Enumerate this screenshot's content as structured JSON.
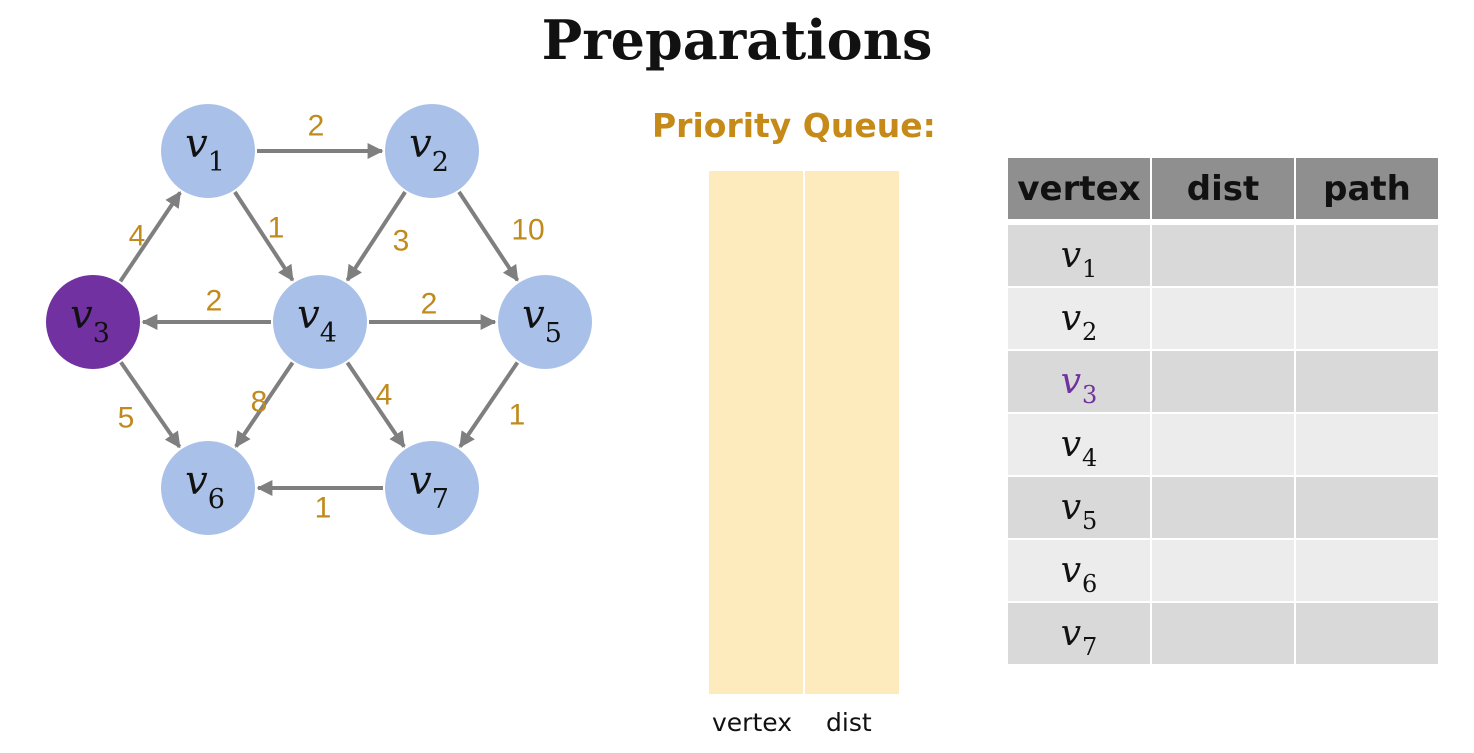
{
  "title": "Preparations",
  "colors": {
    "node_default": "#a9c1e8",
    "node_source": "#7131a0",
    "edge": "#7f7f7f",
    "weight": "#c08a1c",
    "queue_title": "#c58a18",
    "queue_fill": "#fdebbd"
  },
  "graph": {
    "source": "v3",
    "nodes": [
      {
        "id": "v1",
        "letter": "v",
        "sub": "1"
      },
      {
        "id": "v2",
        "letter": "v",
        "sub": "2"
      },
      {
        "id": "v3",
        "letter": "v",
        "sub": "3"
      },
      {
        "id": "v4",
        "letter": "v",
        "sub": "4"
      },
      {
        "id": "v5",
        "letter": "v",
        "sub": "5"
      },
      {
        "id": "v6",
        "letter": "v",
        "sub": "6"
      },
      {
        "id": "v7",
        "letter": "v",
        "sub": "7"
      }
    ],
    "edges": [
      {
        "from": "v1",
        "to": "v2",
        "weight": "2"
      },
      {
        "from": "v3",
        "to": "v1",
        "weight": "4"
      },
      {
        "from": "v1",
        "to": "v4",
        "weight": "1"
      },
      {
        "from": "v2",
        "to": "v4",
        "weight": "3"
      },
      {
        "from": "v2",
        "to": "v5",
        "weight": "10"
      },
      {
        "from": "v4",
        "to": "v3",
        "weight": "2"
      },
      {
        "from": "v4",
        "to": "v5",
        "weight": "2"
      },
      {
        "from": "v3",
        "to": "v6",
        "weight": "5"
      },
      {
        "from": "v4",
        "to": "v6",
        "weight": "8"
      },
      {
        "from": "v4",
        "to": "v7",
        "weight": "4"
      },
      {
        "from": "v5",
        "to": "v7",
        "weight": "1"
      },
      {
        "from": "v7",
        "to": "v6",
        "weight": "1"
      }
    ]
  },
  "priority_queue": {
    "title": "Priority Queue:",
    "columns": [
      "vertex",
      "dist"
    ]
  },
  "table": {
    "headers": [
      "vertex",
      "dist",
      "path"
    ],
    "rows": [
      {
        "vertex": "v",
        "sub": "1",
        "dist": "",
        "path": "",
        "highlight": false
      },
      {
        "vertex": "v",
        "sub": "2",
        "dist": "",
        "path": "",
        "highlight": false
      },
      {
        "vertex": "v",
        "sub": "3",
        "dist": "",
        "path": "",
        "highlight": true
      },
      {
        "vertex": "v",
        "sub": "4",
        "dist": "",
        "path": "",
        "highlight": false
      },
      {
        "vertex": "v",
        "sub": "5",
        "dist": "",
        "path": "",
        "highlight": false
      },
      {
        "vertex": "v",
        "sub": "6",
        "dist": "",
        "path": "",
        "highlight": false
      },
      {
        "vertex": "v",
        "sub": "7",
        "dist": "",
        "path": "",
        "highlight": false
      }
    ]
  }
}
